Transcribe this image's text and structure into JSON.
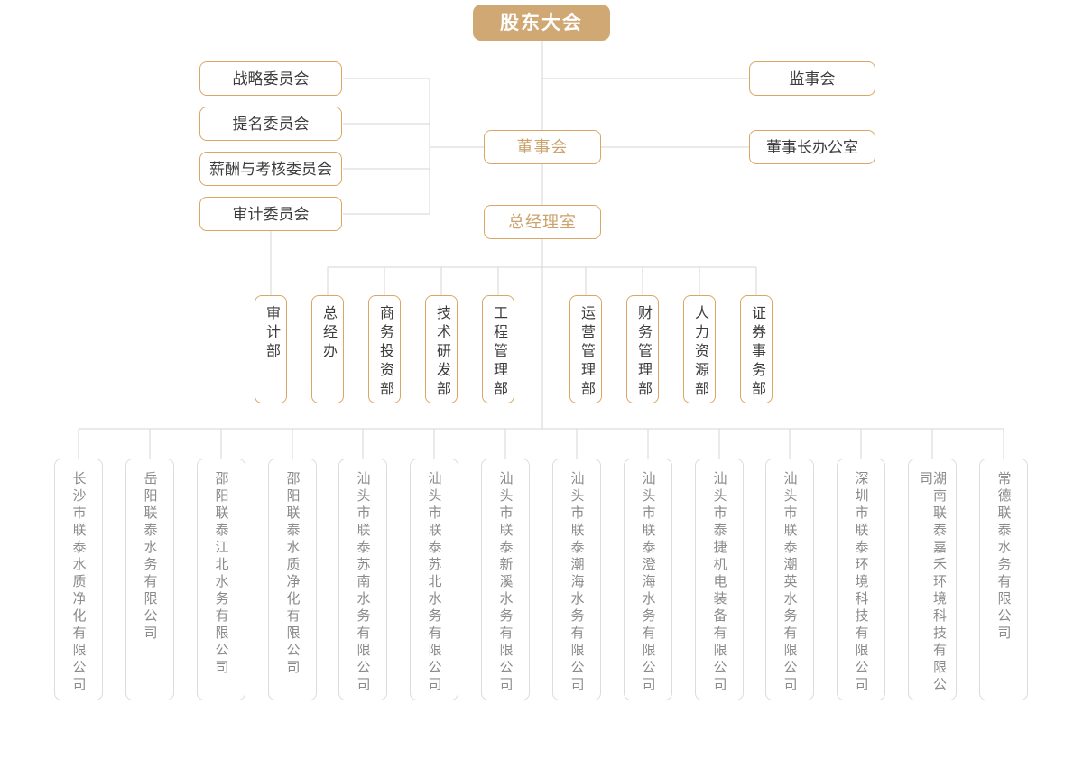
{
  "nodes": {
    "shareholders": {
      "label": "股东大会"
    },
    "board": {
      "label": "董事会"
    },
    "gm_office": {
      "label": "总经理室"
    }
  },
  "committees": [
    {
      "label": "战略委员会"
    },
    {
      "label": "提名委员会"
    },
    {
      "label": "薪酬与考核委员会"
    },
    {
      "label": "审计委员会"
    }
  ],
  "right_boxes": [
    {
      "label": "监事会"
    },
    {
      "label": "董事长办公室"
    }
  ],
  "departments": [
    {
      "label": "审计部"
    },
    {
      "label": "总经办"
    },
    {
      "label": "商务投资部"
    },
    {
      "label": "技术研发部"
    },
    {
      "label": "工程管理部"
    },
    {
      "label": "运营管理部"
    },
    {
      "label": "财务管理部"
    },
    {
      "label": "人力资源部"
    },
    {
      "label": "证券事务部"
    }
  ],
  "subsidiaries": [
    {
      "label": "长沙市联泰水质净化有限公司"
    },
    {
      "label": "岳阳联泰水务有限公司"
    },
    {
      "label": "邵阳联泰江北水务有限公司"
    },
    {
      "label": "邵阳联泰水质净化有限公司"
    },
    {
      "label": "汕头市联泰苏南水务有限公司"
    },
    {
      "label": "汕头市联泰苏北水务有限公司"
    },
    {
      "label": "汕头市联泰新溪水务有限公司"
    },
    {
      "label": "汕头市联泰潮海水务有限公司"
    },
    {
      "label": "汕头市联泰澄海水务有限公司"
    },
    {
      "label": "汕头市泰捷机电装备有限公司"
    },
    {
      "label": "汕头市联泰潮英水务有限公司"
    },
    {
      "label": "深圳市联泰环境科技有限公司"
    },
    {
      "label": "湖南联泰嘉禾环境科技有限公司"
    },
    {
      "label": "常德联泰水务有限公司"
    }
  ],
  "colors": {
    "accent_fill": "#D0A873",
    "accent_border": "#DBA665",
    "accent_text": "#CBA26C",
    "connector_line": "#D6D6D6",
    "dark_text": "#3C3C3C",
    "muted_text": "#8B8B8B",
    "muted_border": "#DCDCDC"
  }
}
